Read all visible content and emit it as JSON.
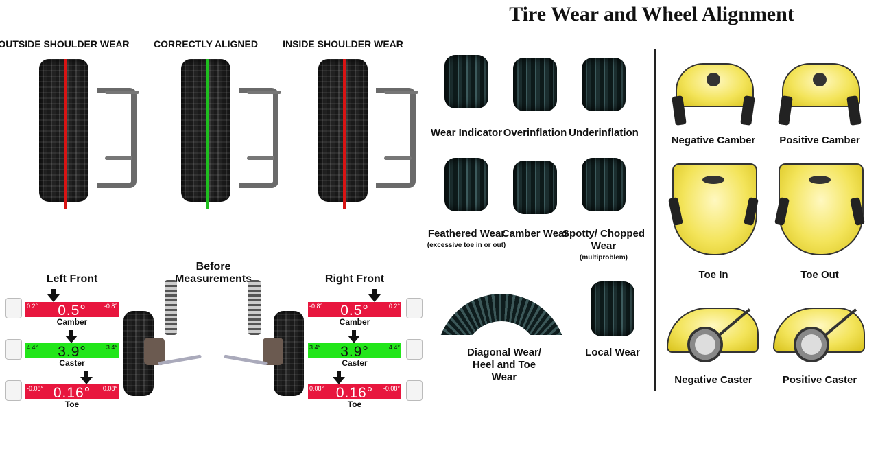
{
  "title": "Tire Wear and Wheel Alignment",
  "tire_views": [
    {
      "label": "OUTSIDE SHOULDER WEAR",
      "line_color": "#d81414"
    },
    {
      "label": "CORRECTLY ALIGNED",
      "line_color": "#1fbf1f"
    },
    {
      "label": "INSIDE SHOULDER WEAR",
      "line_color": "#d81414"
    }
  ],
  "measurements": {
    "title": "Before Measurements",
    "left": {
      "title": "Left Front",
      "rows": [
        {
          "label": "Camber",
          "left": "0.2°",
          "right": "-0.8°",
          "value": "0.5°",
          "status": "red"
        },
        {
          "label": "Caster",
          "left": "4.4°",
          "right": "3.4°",
          "value": "3.9°",
          "status": "green"
        },
        {
          "label": "Toe",
          "left": "-0.08°",
          "right": "0.08°",
          "value": "0.16°",
          "status": "red"
        }
      ]
    },
    "right": {
      "title": "Right Front",
      "rows": [
        {
          "label": "Camber",
          "left": "-0.8°",
          "right": "0.2°",
          "value": "0.5°",
          "status": "red"
        },
        {
          "label": "Caster",
          "left": "3.4°",
          "right": "4.4°",
          "value": "3.9°",
          "status": "green"
        },
        {
          "label": "Toe",
          "left": "0.08°",
          "right": "-0.08°",
          "value": "0.16°",
          "status": "red"
        }
      ]
    }
  },
  "wear_types": [
    {
      "title": "Wear Indicator",
      "note": ""
    },
    {
      "title": "Overinflation",
      "note": ""
    },
    {
      "title": "Underinflation",
      "note": ""
    },
    {
      "title": "Feathered Wear",
      "note": "(excessive toe in or out)"
    },
    {
      "title": "Camber Wear",
      "note": ""
    },
    {
      "title": "Spotty/ Chopped Wear",
      "note": "(multiproblem)"
    },
    {
      "title": "Diagonal Wear/ Heel and Toe Wear",
      "note": ""
    },
    {
      "title": "Local Wear",
      "note": ""
    }
  ],
  "alignment_types": [
    "Negative Camber",
    "Positive Camber",
    "Toe In",
    "Toe Out",
    "Negative Caster",
    "Positive Caster"
  ]
}
